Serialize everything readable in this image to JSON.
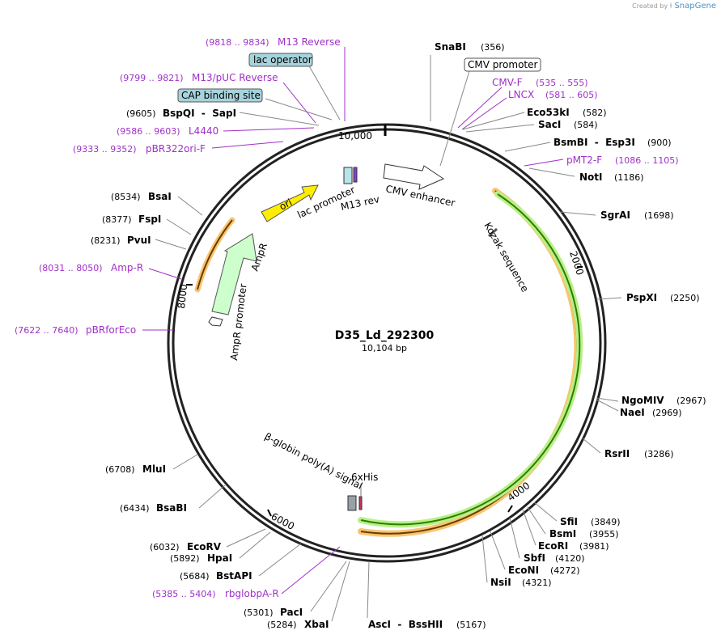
{
  "credit": {
    "prefix": "Created by",
    "brand": "SnapGene"
  },
  "plasmid": {
    "name": "D35_Ld_292300",
    "length_label": "10,104 bp"
  },
  "ticks": [
    "10,000",
    "2000",
    "4000",
    "6000",
    "8000"
  ],
  "sites": [
    {
      "name": "SnaBI",
      "pos": "(356)"
    },
    {
      "name": "Eco53kI",
      "pos": "(582)"
    },
    {
      "name": "SacI",
      "pos": "(584)"
    },
    {
      "name": "BsmBI  -  Esp3I",
      "pos": "(900)"
    },
    {
      "name": "NotI",
      "pos": "(1186)"
    },
    {
      "name": "SgrAI",
      "pos": "(1698)"
    },
    {
      "name": "PspXI",
      "pos": "(2250)"
    },
    {
      "name": "NgoMIV",
      "pos": "(2967)"
    },
    {
      "name": "NaeI",
      "pos": "(2969)"
    },
    {
      "name": "RsrII",
      "pos": "(3286)"
    },
    {
      "name": "SfiI",
      "pos": "(3849)"
    },
    {
      "name": "BsmI",
      "pos": "(3955)"
    },
    {
      "name": "EcoRI",
      "pos": "(3981)"
    },
    {
      "name": "SbfI",
      "pos": "(4120)"
    },
    {
      "name": "EcoNI",
      "pos": "(4272)"
    },
    {
      "name": "NsiI",
      "pos": "(4321)"
    },
    {
      "name": "AscI  -  BssHII",
      "pos": "(5167)"
    },
    {
      "name": "XbaI",
      "pos": "(5284)"
    },
    {
      "name": "PacI",
      "pos": "(5301)"
    },
    {
      "name": "BstAPI",
      "pos": "(5684)"
    },
    {
      "name": "HpaI",
      "pos": "(5892)"
    },
    {
      "name": "EcoRV",
      "pos": "(6032)"
    },
    {
      "name": "BsaBI",
      "pos": "(6434)"
    },
    {
      "name": "MluI",
      "pos": "(6708)"
    },
    {
      "name": "PvuI",
      "pos": "(8231)"
    },
    {
      "name": "FspI",
      "pos": "(8377)"
    },
    {
      "name": "BsaI",
      "pos": "(8534)"
    },
    {
      "name": "BspQI  -  SapI",
      "pos": "(9605)"
    }
  ],
  "primers": [
    {
      "name": "M13 Reverse",
      "range": "(9818 .. 9834)"
    },
    {
      "name": "M13/pUC Reverse",
      "range": "(9799 .. 9821)"
    },
    {
      "name": "L4440",
      "range": "(9586 .. 9603)"
    },
    {
      "name": "pBR322ori-F",
      "range": "(9333 .. 9352)"
    },
    {
      "name": "CMV-F",
      "range": "(535 .. 555)"
    },
    {
      "name": "LNCX",
      "range": "(581 .. 605)"
    },
    {
      "name": "pMT2-F",
      "range": "(1086 .. 1105)"
    },
    {
      "name": "Amp-R",
      "range": "(8031 .. 8050)"
    },
    {
      "name": "pBRforEco",
      "range": "(7622 .. 7640)"
    },
    {
      "name": "rbglobpA-R",
      "range": "(5385 .. 5404)"
    }
  ],
  "boxed_features": [
    {
      "name": "lac operator",
      "fill": "#a6d3dc"
    },
    {
      "name": "CAP binding site",
      "fill": "#a6d3dc"
    },
    {
      "name": "CMV promoter",
      "fill": "#ffffff"
    }
  ],
  "features": {
    "cmv_enhancer": "CMV enhancer",
    "lac_promoter": "lac promoter",
    "m13_rev": "M13 rev",
    "ori": "ori",
    "ampr": "AmpR",
    "ampr_promoter": "AmpR promoter",
    "kozak": "Kozak sequence",
    "globin": "β-globin poly(A) signal",
    "his": "6xHis"
  },
  "colors": {
    "primer": "#a030c8",
    "ori_fill": "#ffee00",
    "ampr_fill": "#ccffcc",
    "orange_arc": "#f5a623",
    "green_arc": "#2e8b00",
    "backbone": "#222222"
  }
}
